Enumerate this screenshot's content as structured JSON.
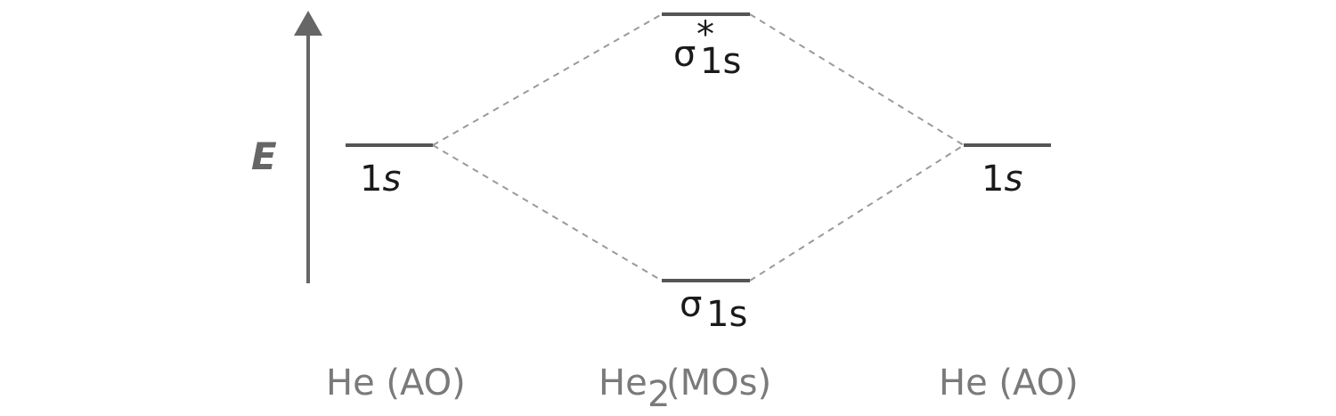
{
  "axis": {
    "label": "E"
  },
  "levels": {
    "left_ao": {
      "num": "1",
      "sym": "s"
    },
    "antibonding": {
      "sigma": "σ",
      "sub": "1s",
      "sup": "*"
    },
    "bonding": {
      "sigma": "σ",
      "sub": "1s"
    },
    "right_ao": {
      "num": "1",
      "sym": "s"
    }
  },
  "footer": {
    "left": "He (AO)",
    "center_prefix": "He",
    "center_sub": "2",
    "center_suffix": " (MOs)",
    "right": "He (AO)"
  },
  "colors": {
    "level_line": "#555555",
    "connector": "#9a9a9a",
    "axis": "#666666",
    "footer_text": "#7a7a7a"
  }
}
